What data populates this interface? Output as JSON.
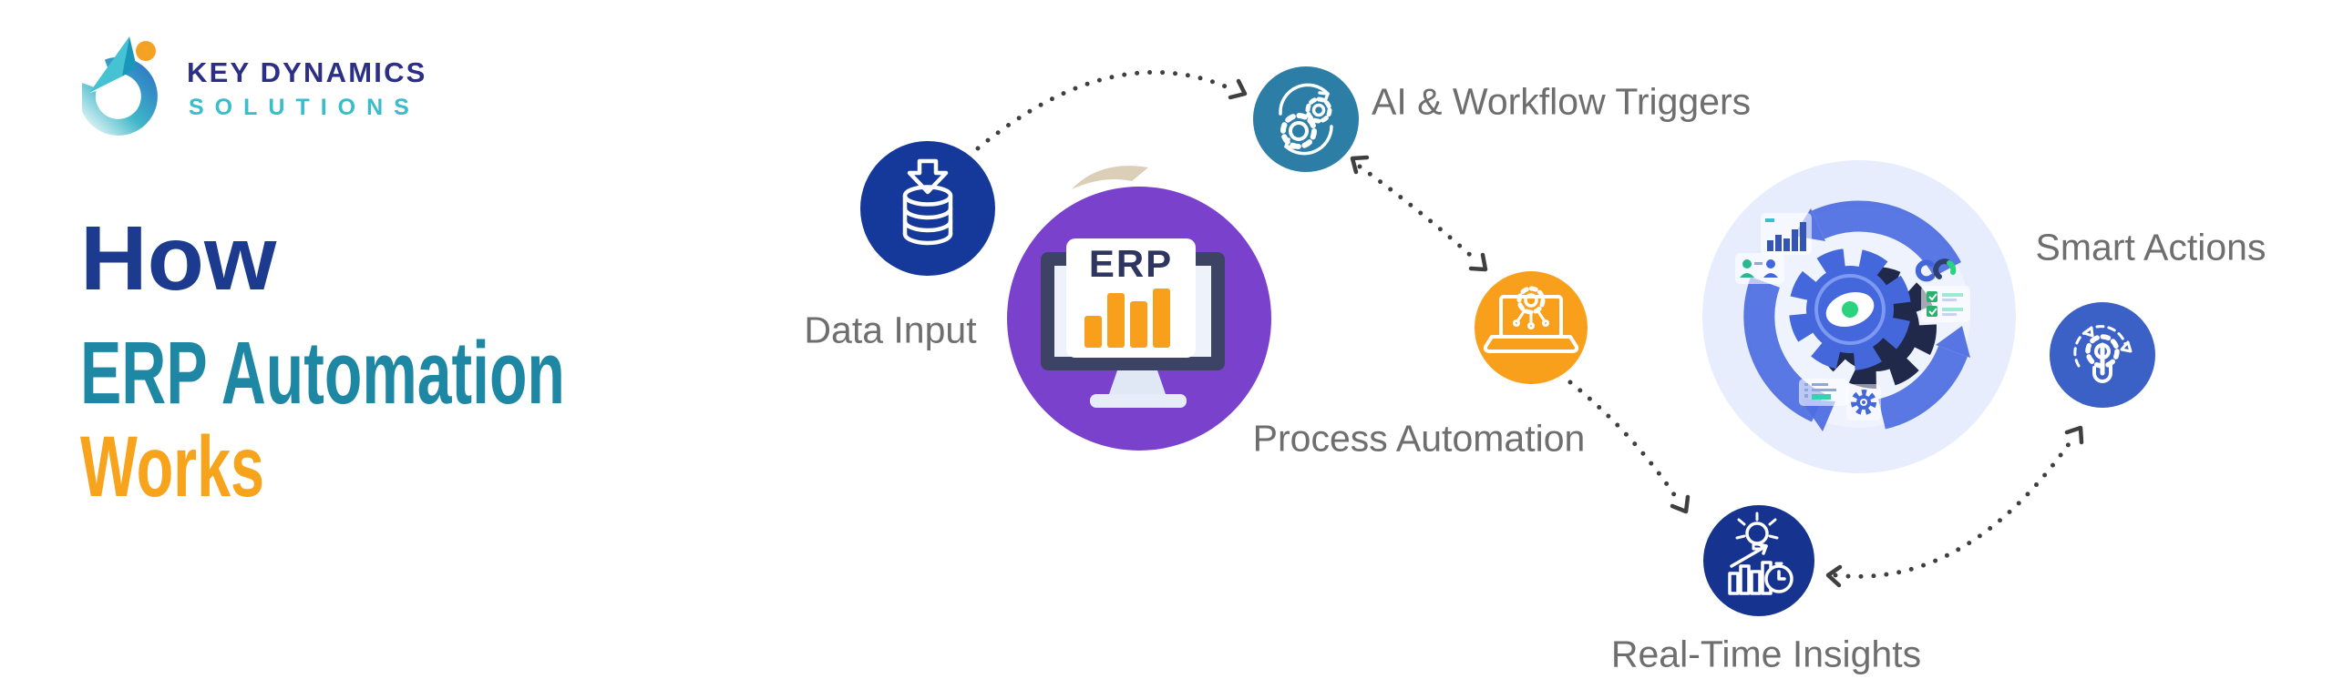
{
  "brand": {
    "line1": "KEY DYNAMICS",
    "line2": "SOLUTIONS"
  },
  "heading": {
    "line1": "How",
    "line2": "ERP Automation",
    "line3": "Works"
  },
  "erp_badge": {
    "label": "ERP"
  },
  "steps": [
    {
      "label": "Data Input",
      "icon": "database-input-icon",
      "color": "#15399a"
    },
    {
      "label": "AI & Workflow Triggers",
      "icon": "gears-sync-icon",
      "color": "#2c7ea7"
    },
    {
      "label": "Process Automation",
      "icon": "laptop-gear-icon",
      "color": "#f8a01c"
    },
    {
      "label": "Real-Time Insights",
      "icon": "insights-analytics-icon",
      "color": "#16348f"
    },
    {
      "label": "Smart Actions",
      "icon": "gear-tap-icon",
      "color": "#3b61c6"
    }
  ],
  "connectors": [
    {
      "from": "Data Input",
      "to": "AI & Workflow Triggers",
      "style": "dotted",
      "arrowheads": "end"
    },
    {
      "from": "AI & Workflow Triggers",
      "to": "Process Automation",
      "style": "dotted",
      "arrowheads": "both"
    },
    {
      "from": "Process Automation",
      "to": "Real-Time Insights",
      "style": "dotted",
      "arrowheads": "end"
    },
    {
      "from": "Real-Time Insights",
      "to": "Smart Actions",
      "style": "dotted",
      "arrowheads": "both"
    }
  ],
  "colors": {
    "background": "#ffffff",
    "heading_how": "#1c3b8e",
    "heading_erp_automation": "#1e87a3",
    "heading_works": "#f8a31c",
    "label_text": "#6e6e6e",
    "connector_dots": "#3f3f3f",
    "erp_circle": "#7a41cc",
    "erp_monitor_frame": "#3d4365",
    "erp_bars": "#f8a01c",
    "erp_text": "#2e3560",
    "brand_name": "#2b2f86",
    "brand_sub": "#38bdcb",
    "logo_accent_dot": "#f5a123",
    "illustration_bg": "#e7edfc",
    "illustration_arrows": "#4e6fe2",
    "illustration_gear": "#4468dc",
    "illustration_gear_shadow": "#20294a",
    "illustration_green": "#2ad47e"
  }
}
